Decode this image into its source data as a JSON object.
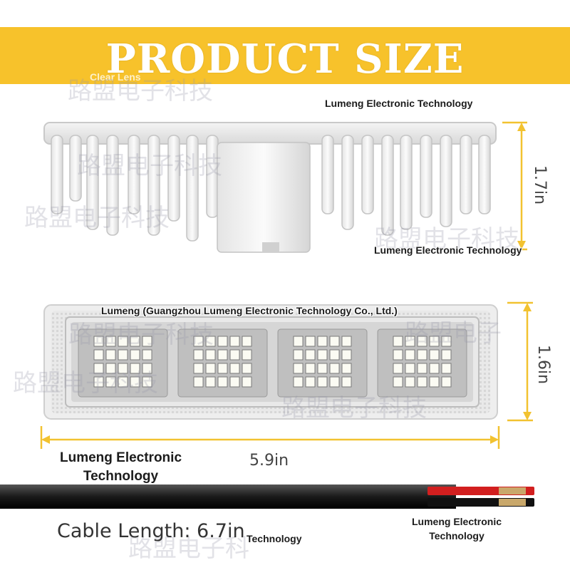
{
  "banner": {
    "title": "PRODUCT SIZE",
    "color": "#f7c22b"
  },
  "watermarks": {
    "clear_lens": "Clear Lens",
    "cjk_1": "路盟电子科技",
    "cjk_2": "路盟电子科技",
    "cjk_3": "路盟电子科技",
    "cjk_4": "路盟电子科技",
    "cjk_5": "路盟电子科技",
    "cjk_6": "路盟电子科技",
    "cjk_7": "路盟电子科技",
    "cjk_8": "路盟电子",
    "cjk_9": "路盟电子科"
  },
  "brand_tags": {
    "tag_1": "Lumeng Electronic Technology",
    "tag_2": "Lumeng Electronic Technology",
    "tag_3": "Lumeng (Guangzhou Lumeng Electronic Technology Co., Ltd.)",
    "tag_4_line1": "Lumeng Electronic",
    "tag_4_line2": "Technology",
    "tag_5_line1": "Lumeng Electronic",
    "tag_5_line2": "Technology",
    "tag_6": "Technology"
  },
  "dimensions": {
    "rear_height": "1.7in",
    "front_height": "1.6in",
    "width": "5.9in",
    "cable": "Cable Length: 6.7in",
    "line_color": "#f2c230"
  }
}
